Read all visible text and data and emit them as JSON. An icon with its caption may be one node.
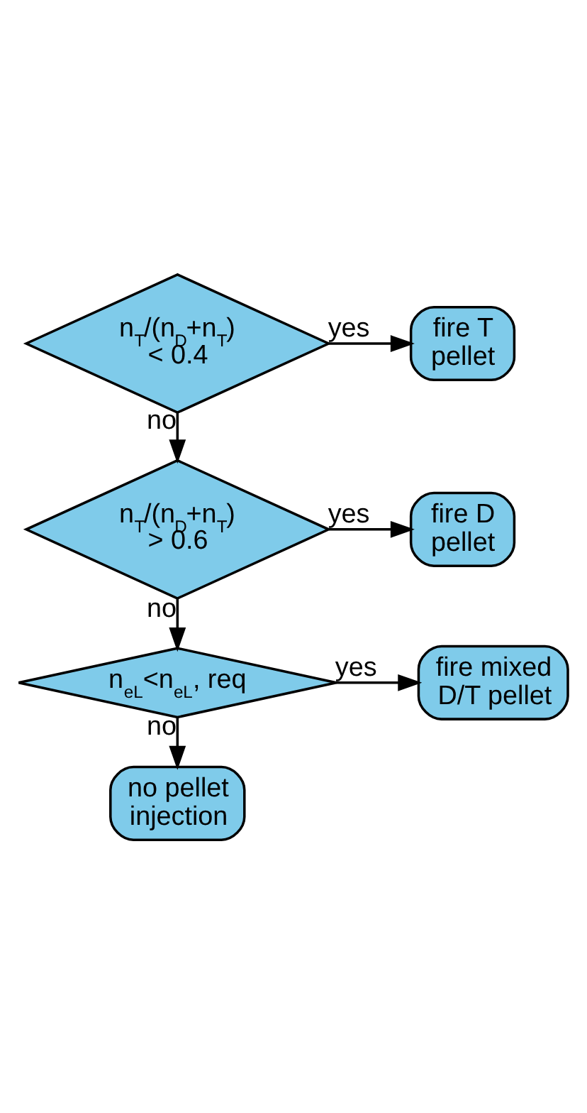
{
  "diagram": {
    "nodes": [
      {
        "text": [
          "n$_{T}$/(n$_{D}$+n$_{T}$) < 0.4"
        ]
      },
      {
        "text": [
          "fire T pellet"
        ]
      },
      {
        "text": [
          "n$_{T}$/(n$_{D}$+n$_{T}$) > 0.6"
        ]
      },
      {
        "text": [
          "fire D pellet"
        ]
      },
      {
        "text": [
          "n$_{eL}$<n$_{eL}$, req"
        ]
      },
      {
        "text": [
          "fire mixed D/T pellet"
        ]
      },
      {
        "text": [
          "no pellet injection"
        ]
      }
    ],
    "edges": [
      {
        "from": 0,
        "to": 1,
        "arrow": "to",
        "label": "yes"
      },
      {
        "from": 0,
        "to": 2,
        "arrow": "to",
        "label": "no"
      },
      {
        "from": 2,
        "to": 3,
        "arrow": "to",
        "label": "yes"
      },
      {
        "from": 2,
        "to": 4,
        "arrow": "to",
        "label": "no"
      },
      {
        "from": 4,
        "to": 5,
        "arrow": "to",
        "label": "yes"
      },
      {
        "from": 4,
        "to": 6,
        "arrow": "to",
        "label": "no"
      }
    ]
  }
}
